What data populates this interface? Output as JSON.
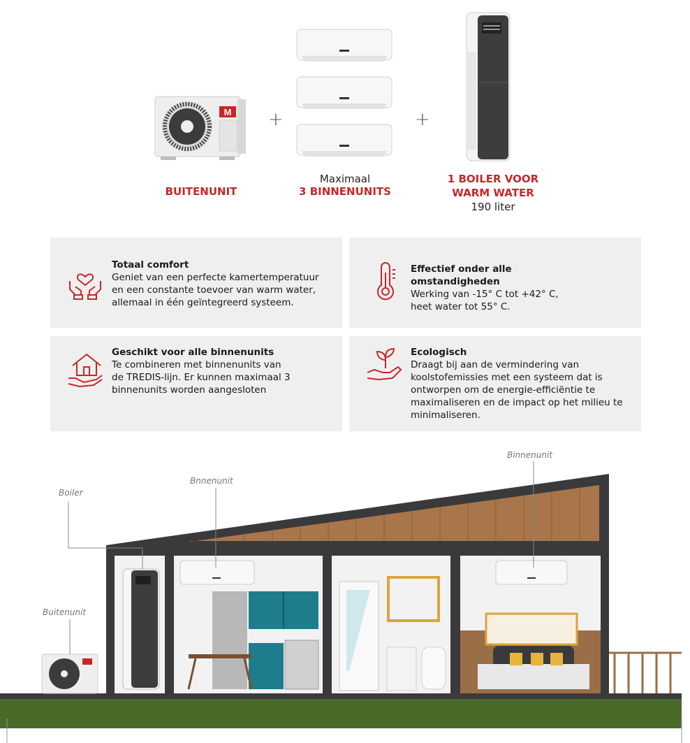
{
  "top": {
    "outdoor_caption": "BUITENUNIT",
    "indoor_caption_top": "Maximaal",
    "indoor_caption_bottom": "3 BINNENUNITS",
    "boiler_caption_line1": "1 BOILER VOOR",
    "boiler_caption_line2": "WARM WATER",
    "boiler_caption_line3": "190 liter",
    "plus_1": "+",
    "plus_2": "+",
    "brand_logo_text": "M"
  },
  "features": [
    {
      "icon": "hands-heart-icon",
      "title": "Totaal comfort",
      "body": "Geniet van een perfecte kamertemperatuur\nen een constante toevoer van warm water,\nallemaal in één geïntegreerd systeem."
    },
    {
      "icon": "thermometer-icon",
      "title": "Effectief onder alle\nomstandigheden",
      "body": "Werking van -15° C tot +42° C,\nheet water tot 55° C."
    },
    {
      "icon": "hand-house-icon",
      "title": "Geschikt voor alle binnenunits",
      "body": "Te combineren met binnenunits van\nde TREDIS-lijn. Er kunnen maximaal 3\nbinnenunits worden aangesloten"
    },
    {
      "icon": "hand-plant-icon",
      "title": "Ecologisch",
      "body": "Draagt bij aan de vermindering van\nkoolstofemissies met een systeem dat is\nontworpen om de energie-efficiëntie te\nmaximaliseren en de impact op het milieu te\nminimaliseren."
    }
  ],
  "house": {
    "label_boiler": "Boiler",
    "label_indoor_1": "Bnnenunit",
    "label_indoor_2": "Binnenunit",
    "label_outdoor": "Buitenunit"
  },
  "colors": {
    "accent_red": "#c62828",
    "card_bg": "#efefef",
    "house_frame": "#3a3a3c",
    "grass": "#4a6a2a",
    "wood": "#a8764a",
    "teal": "#1e7c8c"
  }
}
